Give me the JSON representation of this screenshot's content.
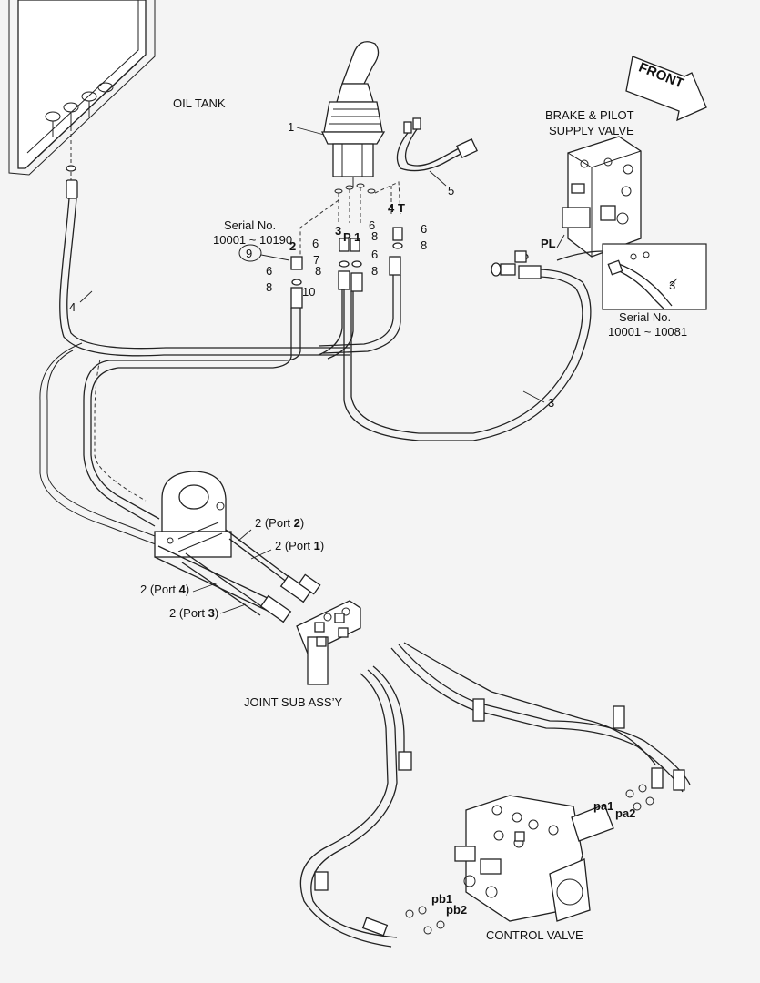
{
  "labels": {
    "oil_tank": "OIL TANK",
    "brake_valve_line1": "BRAKE & PILOT",
    "brake_valve_line2": "SUPPLY VALVE",
    "front": "FRONT",
    "joint_sub": "JOINT SUB ASS’Y",
    "control_valve": "CONTROL VALVE",
    "serial_a_title": "Serial No.",
    "serial_a_range": "10001 ~ 10190",
    "serial_b_title": "Serial No.",
    "serial_b_range": "10001 ~ 10081"
  },
  "callouts": {
    "c1": "1",
    "c2": "2",
    "c3": "3",
    "c3b": "3",
    "c3c": "3",
    "c4": "4",
    "c4b": "4",
    "c5": "5",
    "c6a": "6",
    "c6b": "6",
    "c6c": "6",
    "c6d": "6",
    "c6e": "6",
    "c7": "7",
    "c8a": "8",
    "c8b": "8",
    "c8c": "8",
    "c8d": "8",
    "c8e": "8",
    "c9": "9",
    "c10": "10",
    "port_p": "P",
    "port_1": "1",
    "port_t": "T",
    "pl": "PL",
    "pa1": "pa1",
    "pa2": "pa2",
    "pb1": "pb1",
    "pb2": "pb2"
  },
  "port_hoses": [
    {
      "prefix": "2 (Port ",
      "port": "2",
      "suffix": ")"
    },
    {
      "prefix": "2 (Port ",
      "port": "1",
      "suffix": ")"
    },
    {
      "prefix": "2 (Port ",
      "port": "4",
      "suffix": ")"
    },
    {
      "prefix": "2 (Port ",
      "port": "3",
      "suffix": ")"
    }
  ]
}
